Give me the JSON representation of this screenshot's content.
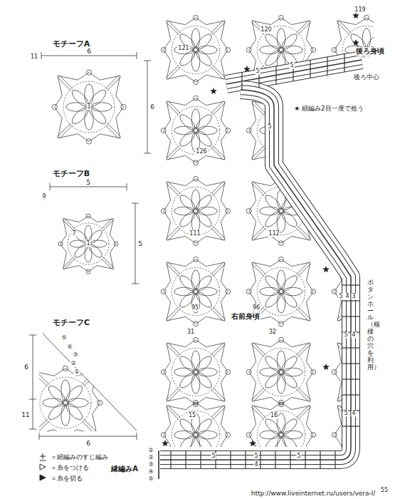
{
  "diagram": {
    "labels": [
      "モチーフA",
      "6",
      "6",
      "11",
      "1",
      "モチーフB",
      "5",
      "5",
      "9",
      "7",
      "1",
      "モチーフC",
      "6",
      "11",
      "6",
      "⑤",
      "④",
      "③",
      "②",
      "①",
      "121",
      "120",
      "119",
      "126",
      "111",
      "112",
      "95",
      "96",
      "31",
      "32",
      "15",
      "16",
      "後ろ身頃",
      "後ろ中心",
      "★ 細編み2目一度で拾う",
      "右前身頃",
      "ボタンホール（模様の穴を利用）",
      "縁編みA",
      "①",
      "②",
      "③",
      "④",
      "⑤",
      "55",
      "http://www.liveinternet.ru/users/vera-l/",
      "5",
      "5",
      "5",
      "5",
      "4",
      "3",
      "5",
      "4",
      "5",
      "4",
      "5",
      "5",
      "4",
      "5"
    ],
    "legend": [
      {
        "text": "＝細編みのすじ編み"
      },
      {
        "text": "＝糸をつける"
      },
      {
        "text": "＝糸を切る"
      }
    ]
  }
}
